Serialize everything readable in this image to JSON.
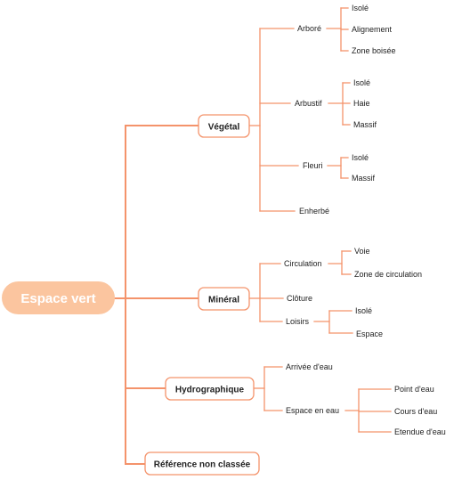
{
  "colors": {
    "connector": "#f4936b",
    "root_fill": "#fbc59f",
    "root_text": "#ffffff",
    "branch_border": "#f4936b",
    "branch_fill": "#ffffff",
    "text": "#222222"
  },
  "mindmap": {
    "root": {
      "label": "Espace vert"
    },
    "branches": [
      {
        "label": "Végétal",
        "children": [
          {
            "label": "Arboré",
            "children": [
              "Isolé",
              "Alignement",
              "Zone boisée"
            ]
          },
          {
            "label": "Arbustif",
            "children": [
              "Isolé",
              "Haie",
              "Massif"
            ]
          },
          {
            "label": "Fleuri",
            "children": [
              "Isolé",
              "Massif"
            ]
          },
          {
            "label": "Enherbé",
            "children": []
          }
        ]
      },
      {
        "label": "Minéral",
        "children": [
          {
            "label": "Circulation",
            "children": [
              "Voie",
              "Zone de circulation"
            ]
          },
          {
            "label": "Clôture",
            "children": []
          },
          {
            "label": "Loisirs",
            "children": [
              "Isolé",
              "Espace"
            ]
          }
        ]
      },
      {
        "label": "Hydrographique",
        "children": [
          {
            "label": "Arrivée d'eau",
            "children": []
          },
          {
            "label": "Espace en eau",
            "children": [
              "Point d'eau",
              "Cours d'eau",
              "Etendue d'eau"
            ]
          }
        ]
      },
      {
        "label": "Référence non classée",
        "children": []
      }
    ]
  }
}
